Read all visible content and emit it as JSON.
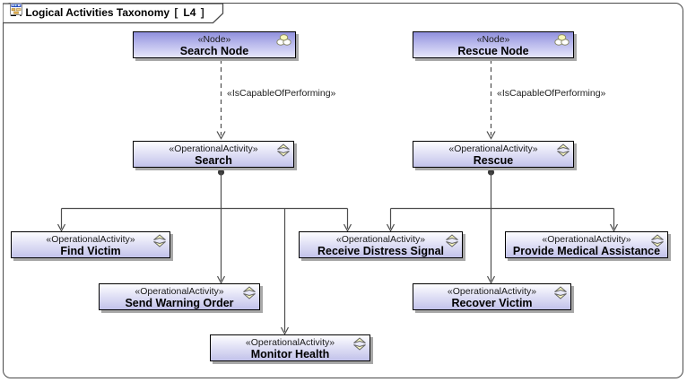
{
  "frame": {
    "title": "L4 Logical Activities Taxonomy",
    "bracket_open": "[",
    "diagram_abbrev": "L4",
    "bracket_close": "]"
  },
  "boxes": {
    "search_node": {
      "stereotype": "«Node»",
      "name": "Search Node"
    },
    "rescue_node": {
      "stereotype": "«Node»",
      "name": "Rescue Node"
    },
    "search": {
      "stereotype": "«OperationalActivity»",
      "name": "Search"
    },
    "rescue": {
      "stereotype": "«OperationalActivity»",
      "name": "Rescue"
    },
    "find_victim": {
      "stereotype": "«OperationalActivity»",
      "name": "Find Victim"
    },
    "receive_distress_signal": {
      "stereotype": "«OperationalActivity»",
      "name": "Receive Distress Signal"
    },
    "provide_medical_assistance": {
      "stereotype": "«OperationalActivity»",
      "name": "Provide Medical Assistance"
    },
    "send_warning_order": {
      "stereotype": "«OperationalActivity»",
      "name": "Send Warning Order"
    },
    "recover_victim": {
      "stereotype": "«OperationalActivity»",
      "name": "Recover Victim"
    },
    "monitor_health": {
      "stereotype": "«OperationalActivity»",
      "name": "Monitor Health"
    }
  },
  "edges": {
    "search_capability_label": "«IsCapableOfPerforming»",
    "rescue_capability_label": "«IsCapableOfPerforming»"
  },
  "relationships": [
    {
      "type": "IsCapableOfPerforming",
      "from": "Search Node",
      "to": "Search",
      "style": "dashed-open-arrow"
    },
    {
      "type": "IsCapableOfPerforming",
      "from": "Rescue Node",
      "to": "Rescue",
      "style": "dashed-open-arrow"
    },
    {
      "type": "taxonomy-tree",
      "from": "Search",
      "to": [
        "Find Victim",
        "Send Warning Order",
        "Monitor Health",
        "Receive Distress Signal"
      ]
    },
    {
      "type": "taxonomy-tree",
      "from": "Rescue",
      "to": [
        "Receive Distress Signal",
        "Recover Victim",
        "Provide Medical Assistance"
      ]
    }
  ],
  "colors": {
    "node_fill_top": "#9090dd",
    "node_fill_bottom": "#e6e6fa",
    "activity_fill_top": "#fdfdff",
    "activity_fill_bottom": "#c2c2ea",
    "box_border": "#000000",
    "box_shadow": "#a8a8a8",
    "connector": "#4d4d4d",
    "frame_border": "#4a4a4a",
    "icon_yellow": "#f7f7b8"
  }
}
